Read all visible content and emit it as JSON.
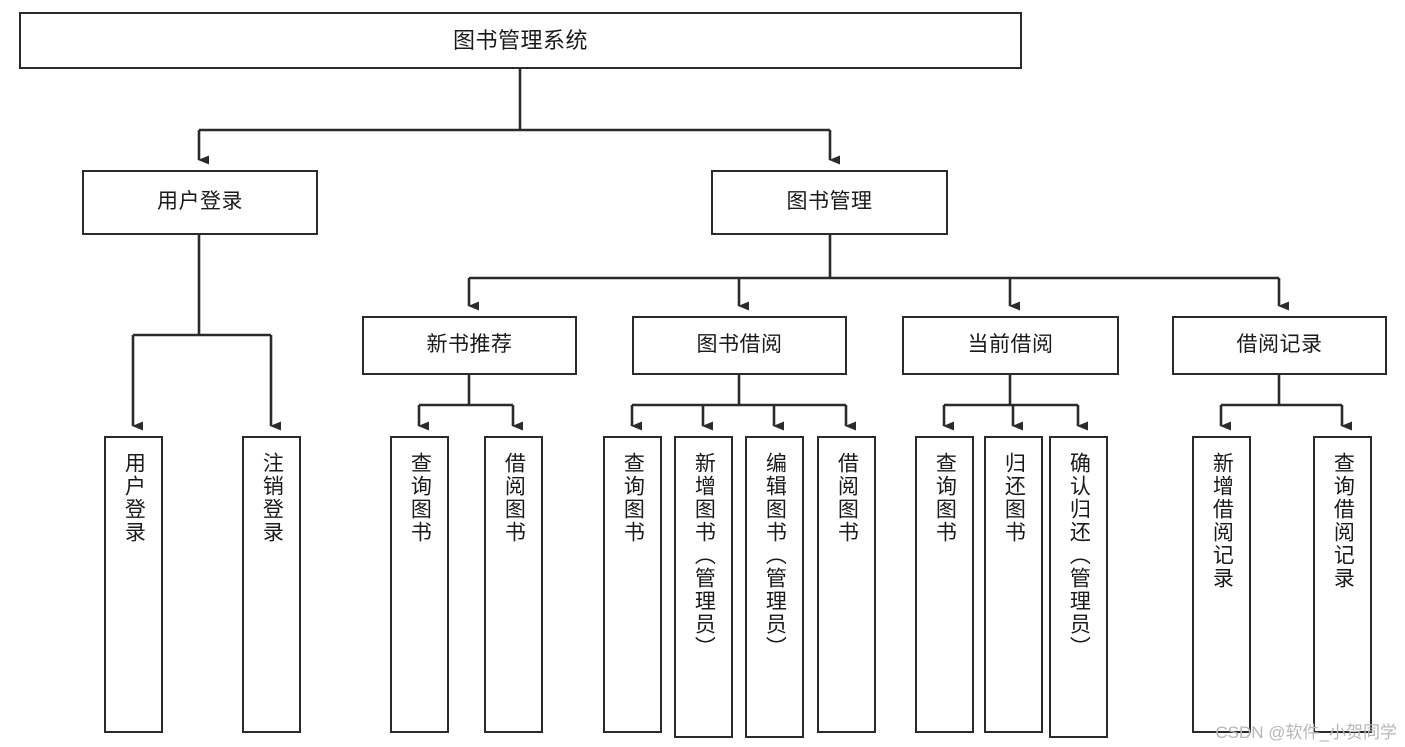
{
  "diagram": {
    "title": "图书管理系统",
    "type": "hierarchy-tree",
    "watermark": "CSDN @软件_小贺同学",
    "colors": {
      "box_border": "#2b2b2b",
      "box_fill": "#ffffff",
      "edge": "#2b2b2b",
      "text": "#1a1a1a",
      "watermark": "#b6b6b6"
    },
    "nodes": {
      "root": {
        "label": "图书管理系统"
      },
      "level1": [
        {
          "label": "用户登录"
        },
        {
          "label": "图书管理"
        }
      ],
      "level2": [
        {
          "label": "新书推荐"
        },
        {
          "label": "图书借阅"
        },
        {
          "label": "当前借阅"
        },
        {
          "label": "借阅记录"
        }
      ],
      "leaves": {
        "user_login": [
          {
            "label": "用户登录"
          },
          {
            "label": "注销登录"
          }
        ],
        "new_book_recommend": [
          {
            "label": "查询图书"
          },
          {
            "label": "借阅图书"
          }
        ],
        "book_borrow": [
          {
            "label": "查询图书"
          },
          {
            "label": "新增图书（管理员）"
          },
          {
            "label": "编辑图书（管理员）"
          },
          {
            "label": "借阅图书"
          }
        ],
        "current_borrow": [
          {
            "label": "查询图书"
          },
          {
            "label": "归还图书"
          },
          {
            "label": "确认归还（管理员）"
          }
        ],
        "borrow_record": [
          {
            "label": "新增借阅记录"
          },
          {
            "label": "查询借阅记录"
          }
        ]
      }
    }
  }
}
